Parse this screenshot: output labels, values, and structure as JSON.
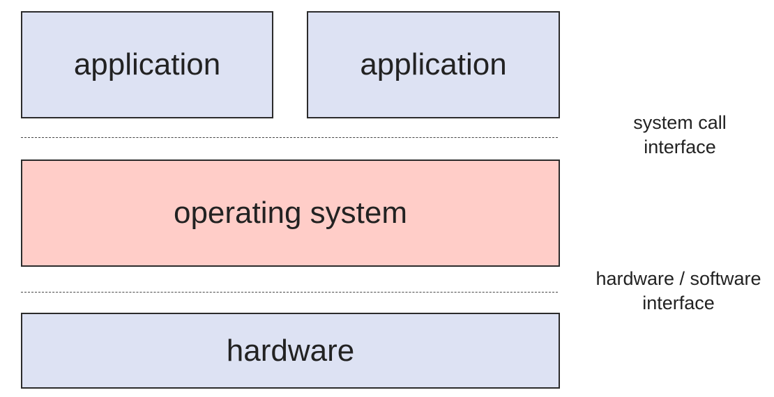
{
  "layers": {
    "application_left": "application",
    "application_right": "application",
    "operating_system": "operating system",
    "hardware": "hardware"
  },
  "interfaces": {
    "system_call": {
      "line1": "system call",
      "line2": "interface"
    },
    "hardware_software": {
      "line1": "hardware / software",
      "line2": "interface"
    }
  },
  "colors": {
    "application_fill": "#dde2f3",
    "operating_system_fill": "#ffcdc8",
    "hardware_fill": "#dde2f3",
    "border": "#2b2b2b"
  }
}
